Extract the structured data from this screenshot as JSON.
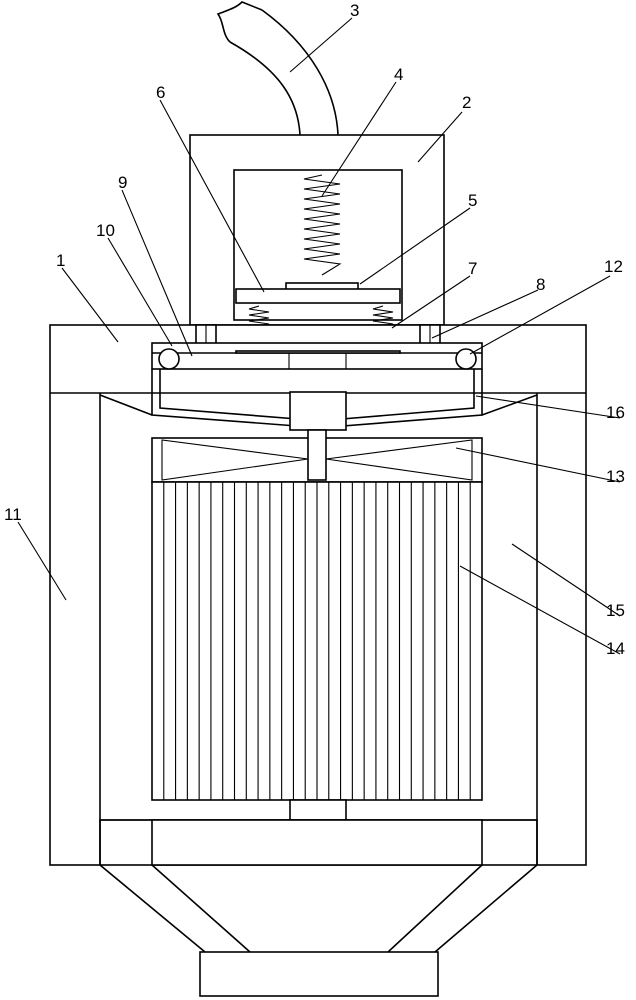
{
  "figure": {
    "labels": [
      "1",
      "2",
      "3",
      "4",
      "5",
      "6",
      "7",
      "8",
      "9",
      "10",
      "11",
      "12",
      "13",
      "14",
      "15",
      "16"
    ]
  }
}
